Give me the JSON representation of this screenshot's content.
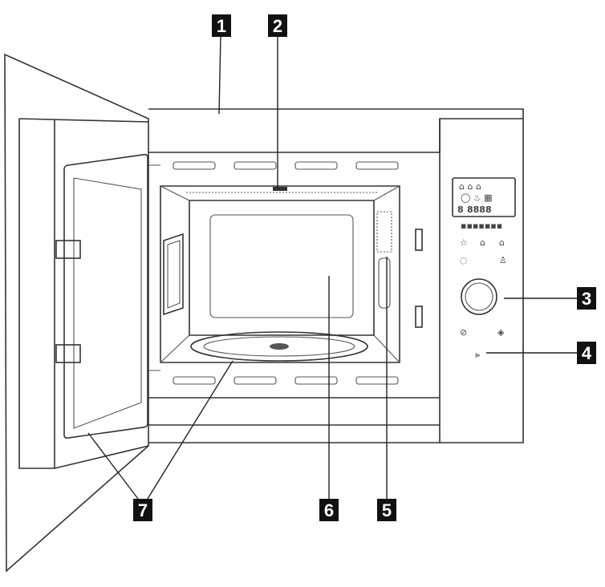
{
  "callouts": [
    {
      "id": "1",
      "label": "1"
    },
    {
      "id": "2",
      "label": "2"
    },
    {
      "id": "3",
      "label": "3"
    },
    {
      "id": "4",
      "label": "4"
    },
    {
      "id": "5",
      "label": "5"
    },
    {
      "id": "6",
      "label": "6"
    },
    {
      "id": "7",
      "label": "7"
    }
  ],
  "display": {
    "digits": "8888",
    "prefix": "8",
    "indicator_row": "▪▪▪▪▪▪▪"
  },
  "control_panel": {
    "icons": [
      "defrost-icon",
      "grill-icon",
      "combi-icon",
      "clock-icon",
      "weight-icon",
      "stop-icon",
      "start-icon",
      "door-release-icon"
    ]
  },
  "colors": {
    "line": "#333333",
    "callout_bg": "#111111",
    "callout_text": "#ffffff"
  }
}
